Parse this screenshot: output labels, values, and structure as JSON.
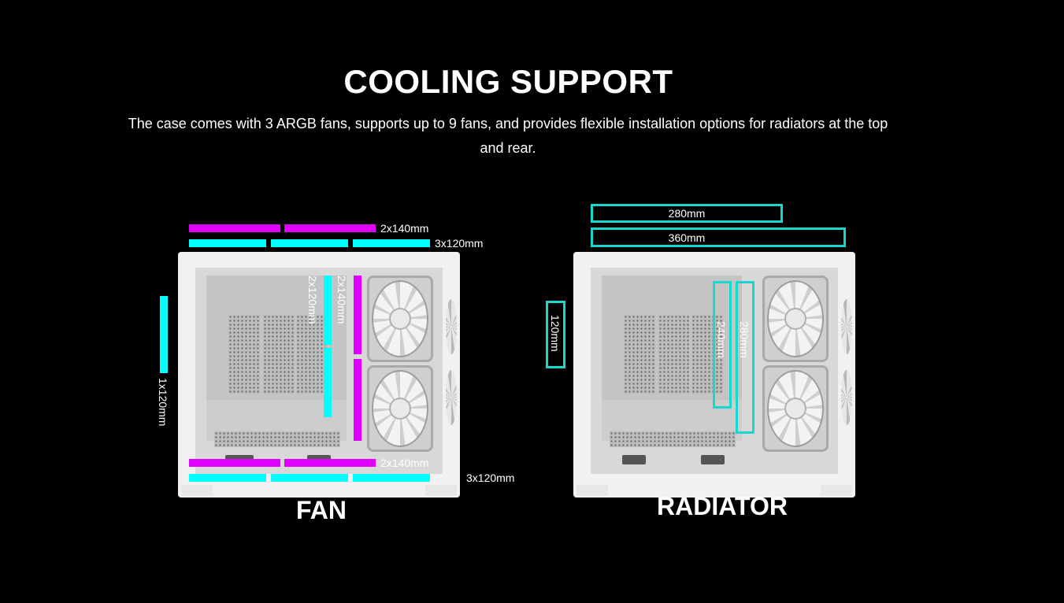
{
  "header": {
    "title": "COOLING SUPPORT",
    "subtitle": "The case comes with 3 ARGB fans, supports up to 9 fans, and provides flexible installation options for radiators at the top and rear."
  },
  "fan_diagram": {
    "caption": "FAN",
    "top_140": "2x140mm",
    "top_120": "3x120mm",
    "rear_120": "1x120mm",
    "side_120": "2x120mm",
    "side_140": "2x140mm",
    "bottom_140": "2x140mm",
    "bottom_120": "3x120mm"
  },
  "radiator_diagram": {
    "caption": "RADIATOR",
    "top_280": "280mm",
    "top_360": "360mm",
    "rear_120": "120mm",
    "side_240": "240mm",
    "side_280": "280mm"
  },
  "colors": {
    "background": "#000000",
    "fan_120_bar": "#00ffff",
    "fan_140_bar": "#e000ff",
    "radiator_outline": "#19d6cf"
  }
}
